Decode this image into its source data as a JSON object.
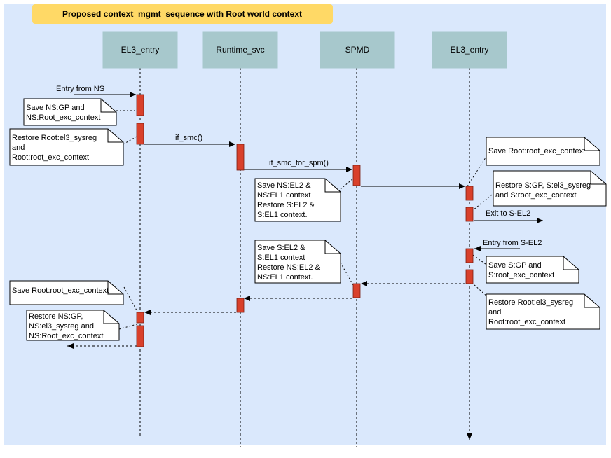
{
  "title": "Proposed context_mgmt_sequence with Root world context",
  "colors": {
    "background": "#dae8fc",
    "title_fill": "#ffd966",
    "lifeline_fill": "#a7c8cc",
    "activation_fill": "#d9402b",
    "line": "#000000"
  },
  "lifelines": [
    {
      "id": "el3_entry_left",
      "label": "EL3_entry"
    },
    {
      "id": "runtime_svc",
      "label": "Runtime_svc"
    },
    {
      "id": "spmd",
      "label": "SPMD"
    },
    {
      "id": "el3_entry_right",
      "label": "EL3_entry"
    }
  ],
  "messages": [
    {
      "id": "entry-from-ns",
      "label": "Entry from NS"
    },
    {
      "id": "if-smc",
      "label": "if_smc()"
    },
    {
      "id": "if-smc-for-spm",
      "label": "if_smc_for_spm()"
    },
    {
      "id": "exit-to-sel2",
      "label": "Exit to S-EL2"
    },
    {
      "id": "entry-from-sel2",
      "label": "Entry from S-EL2"
    }
  ],
  "notes": [
    {
      "id": "save-ns-gp",
      "lines": [
        "Save NS:GP and",
        "NS:Root_exc_context"
      ]
    },
    {
      "id": "restore-root-left",
      "lines": [
        "Restore Root:el3_sysreg",
        "and",
        "Root:root_exc_context"
      ]
    },
    {
      "id": "save-ns-el2",
      "lines": [
        "Save NS:EL2 &",
        "NS:EL1 context",
        "Restore S:EL2 &",
        "S:EL1 context."
      ]
    },
    {
      "id": "save-root-right",
      "lines": [
        "Save Root:root_exc_context"
      ]
    },
    {
      "id": "restore-s-gp",
      "lines": [
        "Restore S:GP, S:el3_sysreg",
        "and S:root_exc_context"
      ]
    },
    {
      "id": "save-s-el2",
      "lines": [
        "Save S:EL2 &",
        "S:EL1 context",
        "Restore NS:EL2 &",
        "NS:EL1 context."
      ]
    },
    {
      "id": "save-s-gp",
      "lines": [
        "Save S:GP and",
        "S:root_exc_context"
      ]
    },
    {
      "id": "restore-root-right",
      "lines": [
        "Restore Root:el3_sysreg",
        "and",
        "Root:root_exc_context"
      ]
    },
    {
      "id": "save-root-left",
      "lines": [
        "Save Root:root_exc_context"
      ]
    },
    {
      "id": "restore-ns-gp",
      "lines": [
        "Restore NS:GP,",
        "NS:el3_sysreg and",
        "NS:Root_exc_context"
      ]
    }
  ]
}
